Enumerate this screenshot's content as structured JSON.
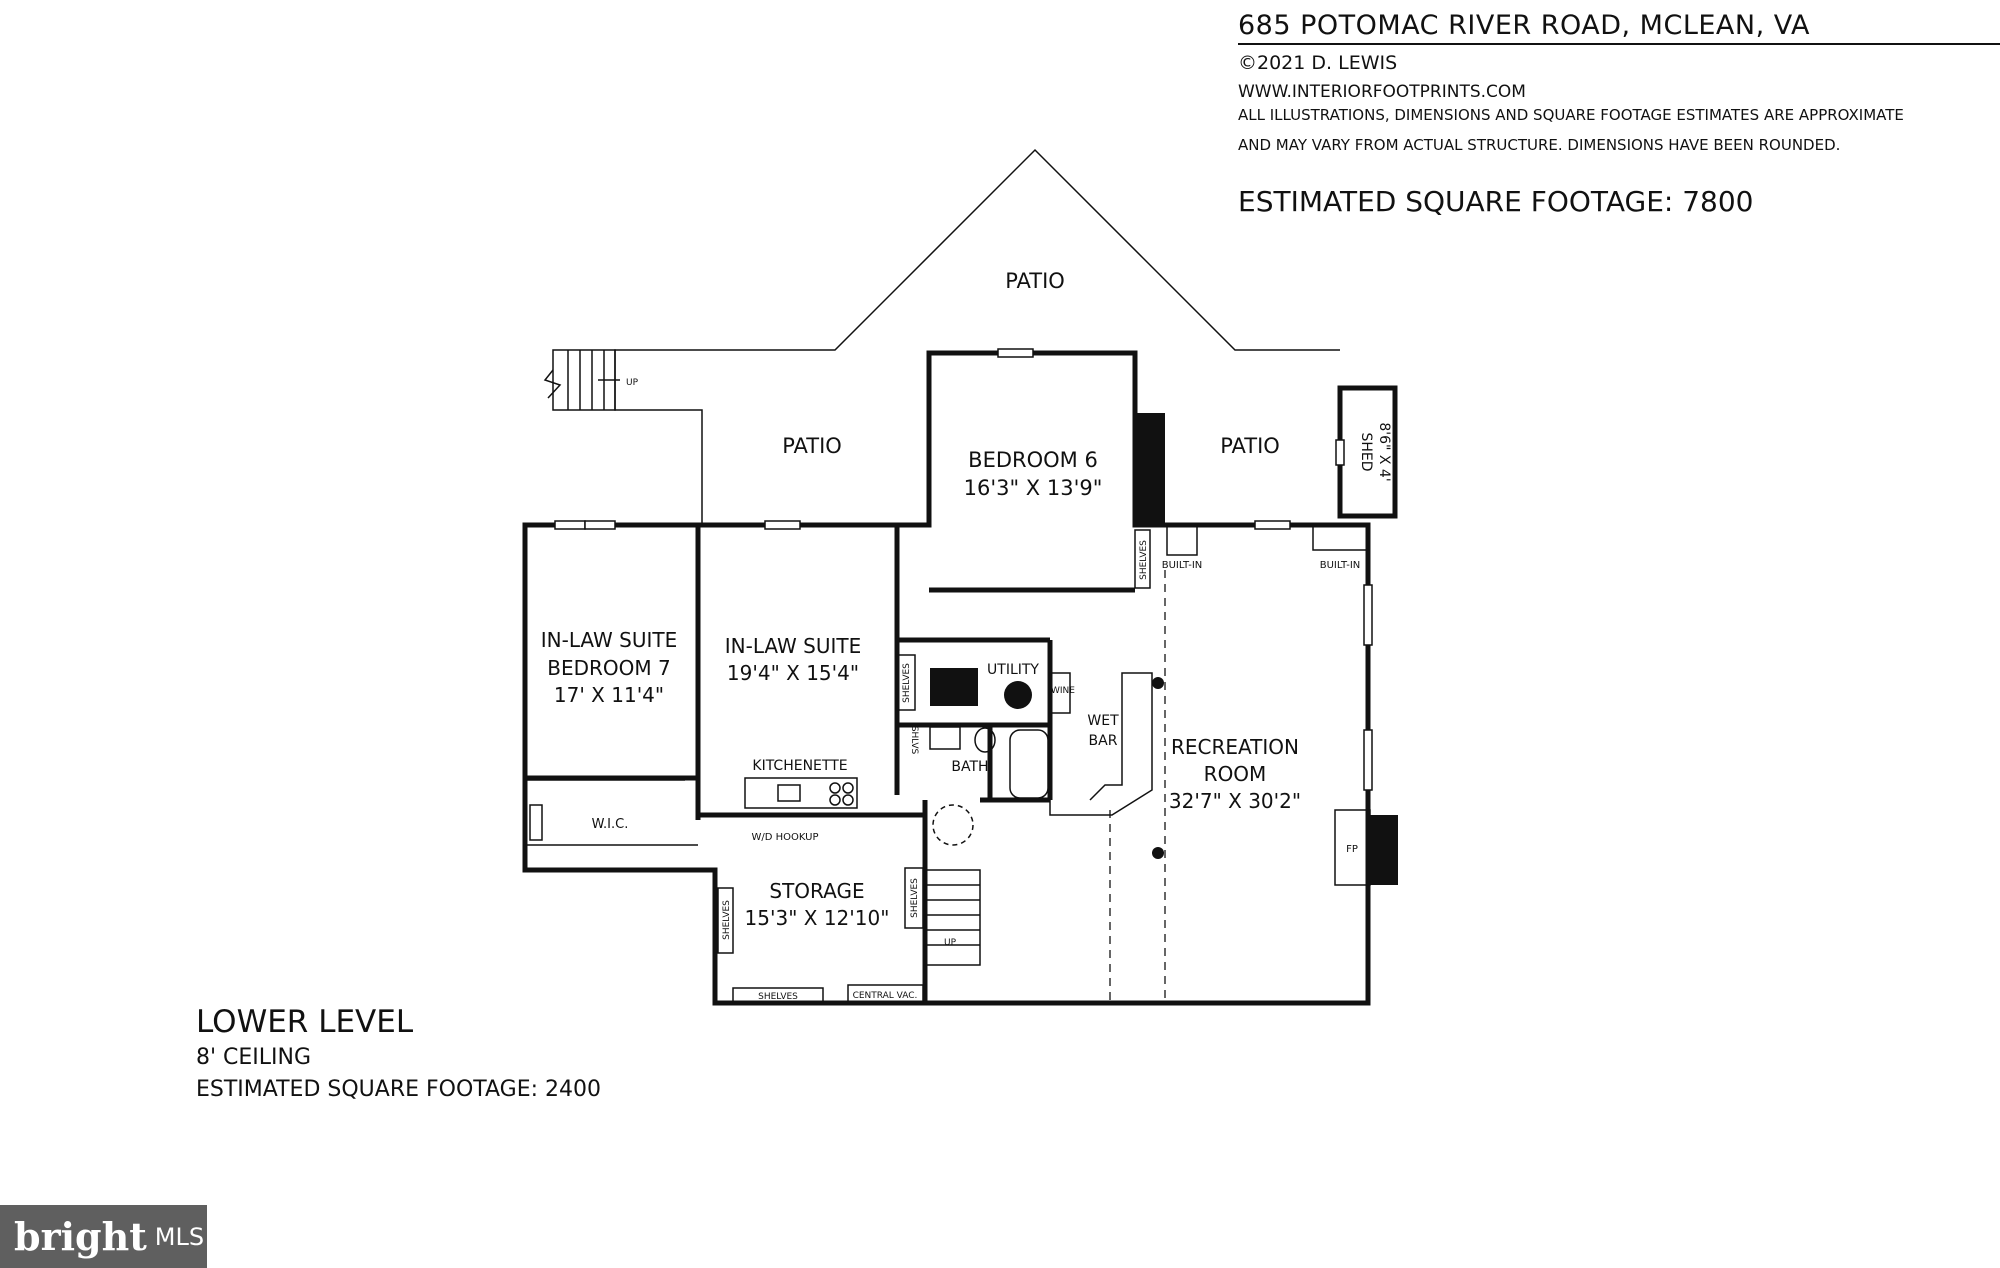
{
  "header": {
    "address": "685 POTOMAC RIVER ROAD, MCLEAN, VA",
    "copyright": "©2021 D. LEWIS",
    "website": "WWW.INTERIORFOOTPRINTS.COM",
    "disclaimer_line1": "ALL ILLUSTRATIONS, DIMENSIONS AND SQUARE FOOTAGE ESTIMATES ARE APPROXIMATE",
    "disclaimer_line2": "AND MAY VARY FROM ACTUAL STRUCTURE. DIMENSIONS HAVE BEEN ROUNDED.",
    "total_sqft": "ESTIMATED SQUARE FOOTAGE: 7800"
  },
  "level": {
    "name": "LOWER LEVEL",
    "ceiling": "8' CEILING",
    "sqft": "ESTIMATED SQUARE FOOTAGE:  2400"
  },
  "rooms": {
    "patio_top": "PATIO",
    "patio_left": "PATIO",
    "patio_right": "PATIO",
    "bedroom6_name": "BEDROOM 6",
    "bedroom6_dim": "16'3\" X 13'9\"",
    "shed_name": "SHED",
    "shed_dim": "8'6\" X 4'",
    "inlaw7_line1": "IN-LAW SUITE",
    "inlaw7_line2": "BEDROOM 7",
    "inlaw7_dim": "17' X 11'4\"",
    "inlaw_line1": "IN-LAW SUITE",
    "inlaw_dim": "19'4\" X 15'4\"",
    "kitchenette": "KITCHENETTE",
    "wic": "W.I.C.",
    "wd_hookup": "W/D HOOKUP",
    "utility": "UTILITY",
    "wine": "WINE",
    "wet_bar_line1": "WET",
    "wet_bar_line2": "BAR",
    "bath": "BATH",
    "shlvs": "SHLVS",
    "shelves": "SHELVES",
    "storage_name": "STORAGE",
    "storage_dim": "15'3\" X 12'10\"",
    "central_vac": "CENTRAL VAC.",
    "rec_line1": "RECREATION",
    "rec_line2": "ROOM",
    "rec_dim": "32'7\" X 30'2\"",
    "built_in": "BUILT-IN",
    "fp": "FP",
    "up": "UP"
  },
  "watermark": {
    "brand": "bright",
    "suffix": "MLS"
  }
}
